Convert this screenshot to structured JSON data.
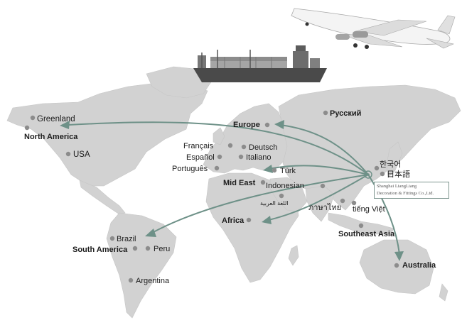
{
  "labels": {
    "greenland": "Greenland",
    "north_america": "North America",
    "usa": "USA",
    "europe": "Europe",
    "russian": "Русский",
    "french": "Français",
    "german": "Deutsch",
    "spanish": "Español",
    "italian": "Italiano",
    "portuguese": "Português",
    "turkish": "Türk",
    "korean": "한국어",
    "japanese": "日本語",
    "mid_east": "Mid East",
    "indonesian": "Indonesian",
    "arabic": "اللغة العربية",
    "thai": "ภาษาไทย",
    "vietnamese": "tiếng Việt",
    "africa": "Africa",
    "southeast_asia": "Southeast Asia",
    "australia": "Australia",
    "brazil": "Brazil",
    "south_america": "South America",
    "peru": "Peru",
    "argentina": "Argentina"
  },
  "company": {
    "line1": "Shanghai LiangLiang",
    "line2": "Decoration & Fittings Co.,Ltd."
  },
  "colors": {
    "land": "#d2d2d2",
    "route": "#6e9188",
    "pin": "#8c8c8c"
  },
  "icons": {
    "airplane": "airplane-icon",
    "ship": "cargo-ship-icon"
  }
}
